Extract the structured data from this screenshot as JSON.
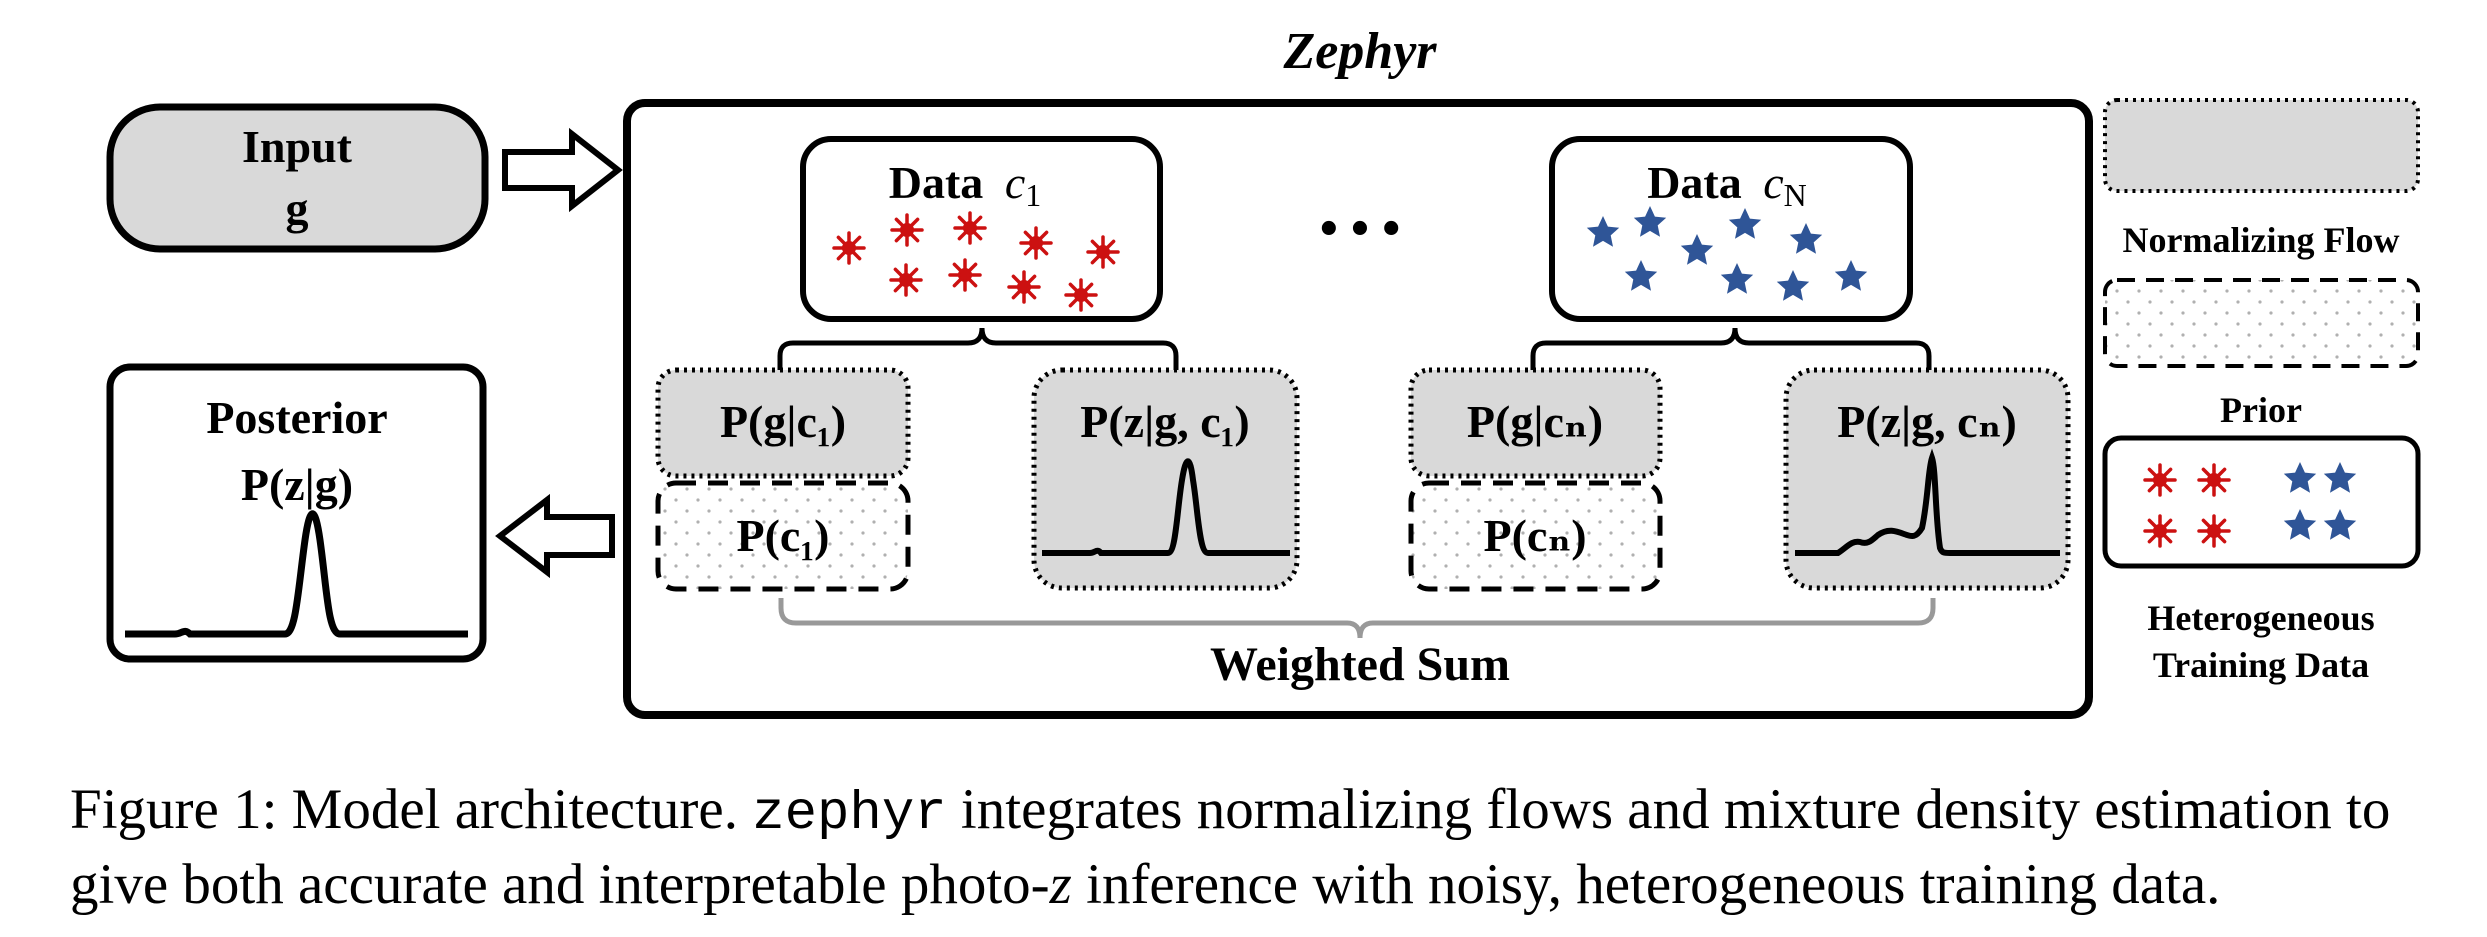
{
  "diagram": {
    "title": "Zephyr",
    "input": {
      "line1": "Input",
      "line2": "g"
    },
    "posterior": {
      "line1": "Posterior",
      "line2": "P(z|g)"
    },
    "data_c1": {
      "label": "Data",
      "sub": "c",
      "index": "1"
    },
    "ellipsis": "• • •",
    "data_cN": {
      "label": "Data",
      "sub": "c",
      "index": "N"
    },
    "flow_g_c1": "P(g|c₁)",
    "flow_z_c1": "P(z|g, c₁)",
    "prior_c1": "P(c₁)",
    "flow_g_cN": "P(g|cₙ)",
    "flow_z_cN": "P(z|g, cₙ)",
    "prior_cN": "P(cₙ)",
    "weighted_sum": "Weighted Sum",
    "legend": {
      "normalizing_flow": "Normalizing Flow",
      "prior": "Prior",
      "training_line1": "Heterogeneous",
      "training_line2": "Training Data"
    },
    "colors": {
      "red_marker": "#cc1111",
      "blue_marker": "#2f5597",
      "flow_fill": "#d9d9d9",
      "brace": "#999999"
    },
    "icons": [
      "red-star-burst-icon",
      "blue-star-icon",
      "right-arrow-icon",
      "left-arrow-icon"
    ]
  },
  "caption": {
    "prefix": "Figure 1: Model architecture. ",
    "code": "zephyr",
    "middle": " integrates normalizing flows and mixture density estimation to give both accurate and interpretable photo-",
    "zvar": "z",
    "suffix": " inference with noisy, heterogeneous training data."
  }
}
